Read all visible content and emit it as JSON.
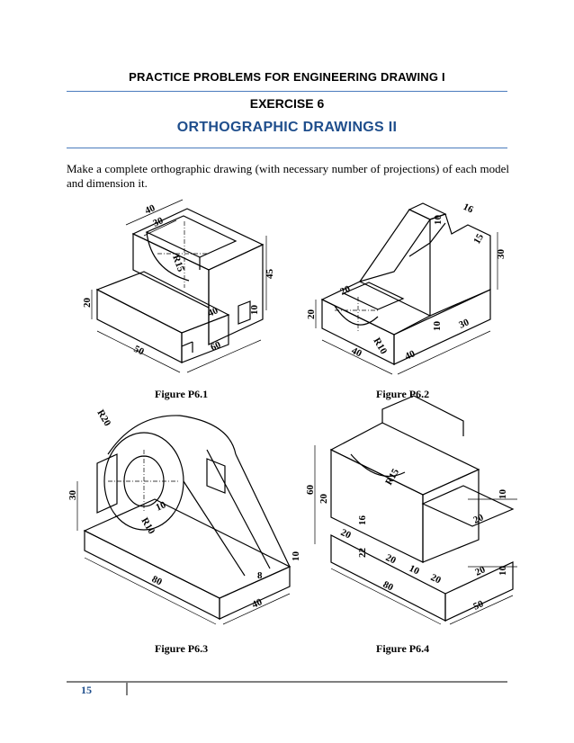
{
  "header": {
    "title": "PRACTICE PROBLEMS FOR ENGINEERING DRAWING I",
    "exercise": "EXERCISE 6",
    "section": "ORTHOGRAPHIC DRAWINGS II"
  },
  "instructions": "Make a complete orthographic drawing (with necessary number of projections) of each model and dimension it.",
  "figures": [
    {
      "caption": "Figure P6.1",
      "dims": [
        "40",
        "30",
        "R15",
        "45",
        "20",
        "40",
        "10",
        "50",
        "60"
      ]
    },
    {
      "caption": "Figure P6.2",
      "dims": [
        "16",
        "10",
        "15",
        "30",
        "20",
        "20",
        "R10",
        "10",
        "30",
        "40",
        "40"
      ]
    },
    {
      "caption": "Figure P6.3",
      "dims": [
        "R20",
        "30",
        "10",
        "R10",
        "10",
        "80",
        "8",
        "40"
      ]
    },
    {
      "caption": "Figure P6.4",
      "dims": [
        "60",
        "20",
        "R15",
        "10",
        "20",
        "16",
        "20",
        "22",
        "20",
        "10",
        "20",
        "20",
        "10",
        "80",
        "50"
      ]
    }
  ],
  "footer": {
    "page_number": "15"
  }
}
